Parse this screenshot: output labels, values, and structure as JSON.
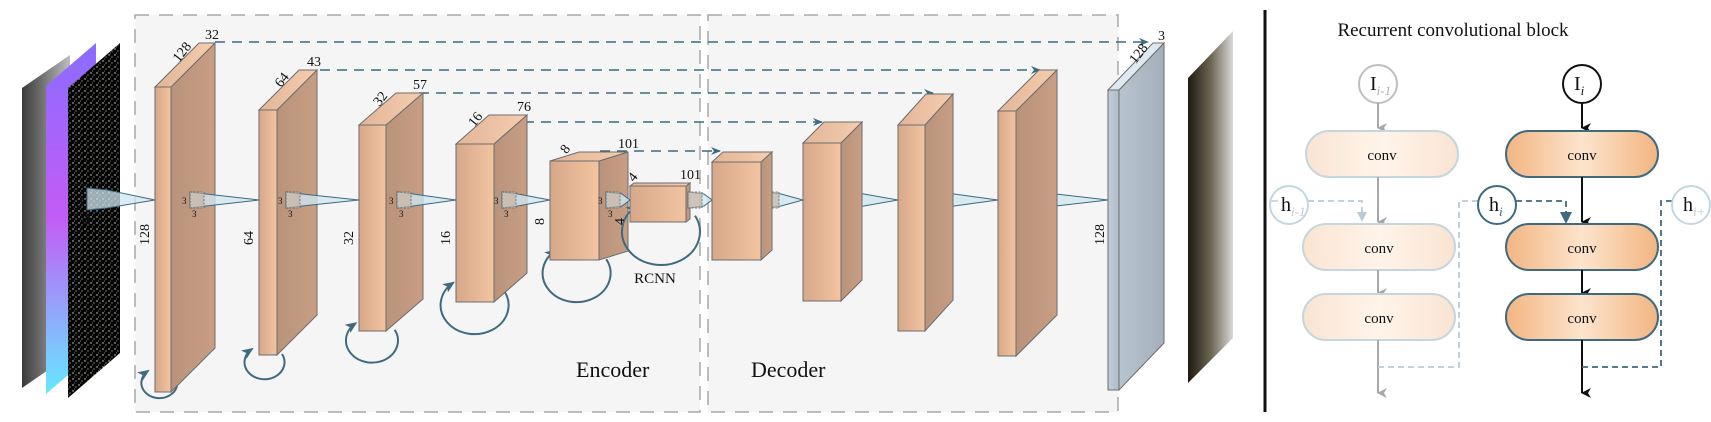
{
  "diagram": {
    "title": "Recurrent convolutional block",
    "panels": {
      "encoder_label": "Encoder",
      "decoder_label": "Decoder"
    },
    "encoder_blocks": [
      {
        "id": "enc1",
        "side": "128",
        "depth": "128",
        "channels": "32",
        "kernel": [
          "3",
          "3"
        ]
      },
      {
        "id": "enc2",
        "side": "64",
        "depth": "64",
        "channels": "43",
        "kernel": [
          "3",
          "3"
        ]
      },
      {
        "id": "enc3",
        "side": "32",
        "depth": "32",
        "channels": "57",
        "kernel": [
          "3",
          "3"
        ]
      },
      {
        "id": "enc4",
        "side": "16",
        "depth": "16",
        "channels": "76",
        "kernel": [
          "3",
          "3"
        ]
      },
      {
        "id": "enc5",
        "side": "8",
        "depth": "8",
        "channels": "101",
        "kernel": [
          "3",
          "3"
        ]
      },
      {
        "id": "bottleneck",
        "side": "4",
        "depth": "4",
        "channels": "101",
        "kernel": [
          "3",
          "3"
        ]
      }
    ],
    "bottleneck_label": "RCNN",
    "input_kernel": [
      "3",
      "3"
    ],
    "output_block": {
      "side": "128",
      "depth": "128",
      "channels": "3"
    },
    "colors": {
      "block_face": "#d9a98a",
      "block_side": "#c49a80",
      "block_top": "#f2c6a4",
      "output_face": "#bccad6",
      "output_side": "#a9b5c0",
      "arrow": "#3f6a80",
      "panel_bg": "#f5f5f5",
      "panel_border": "#a8a8a8",
      "kernel_fill": "#cfe6f0"
    },
    "rcb": {
      "prev": {
        "input": "I",
        "input_sub": "i-1",
        "hidden": "h",
        "hidden_sub": "i-1",
        "convs": [
          "conv",
          "conv",
          "conv"
        ]
      },
      "curr": {
        "input": "I",
        "input_sub": "i",
        "hidden": "h",
        "hidden_sub": "i",
        "convs": [
          "conv",
          "conv",
          "conv"
        ]
      },
      "next": {
        "hidden": "h",
        "hidden_sub": "i+"
      }
    }
  }
}
